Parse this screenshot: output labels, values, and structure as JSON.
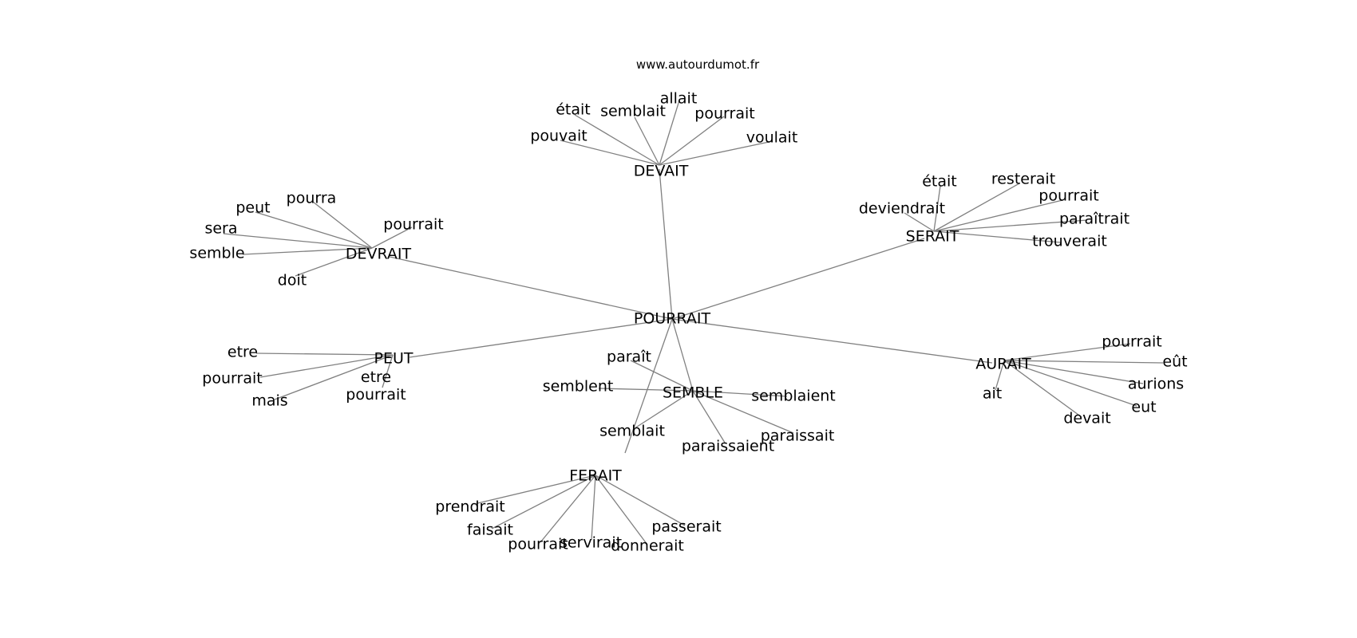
{
  "source_url": "www.autourdumot.fr",
  "graph": {
    "center": "POURRAIT",
    "hubs": [
      {
        "id": "devait",
        "label": "DEVAIT",
        "leaves": [
          "pouvait",
          "était",
          "semblait",
          "allait",
          "pourrait",
          "voulait"
        ]
      },
      {
        "id": "devrait",
        "label": "DEVRAIT",
        "leaves": [
          "peut",
          "pourra",
          "sera",
          "semble",
          "doit",
          "pourrait"
        ]
      },
      {
        "id": "serait",
        "label": "SERAIT",
        "leaves": [
          "était",
          "deviendrait",
          "resterait",
          "pourrait",
          "paraîtrait",
          "trouverait"
        ]
      },
      {
        "id": "peut",
        "label": "PEUT",
        "leaves": [
          "etre",
          "pourrait",
          "mais",
          "etre pourrait"
        ]
      },
      {
        "id": "semble",
        "label": "SEMBLE",
        "leaves": [
          "paraît",
          "semblent",
          "semblaient",
          "semblait",
          "paraissaient",
          "paraissait"
        ]
      },
      {
        "id": "aurait",
        "label": "AURAIT",
        "leaves": [
          "pourrait",
          "eût",
          "aurions",
          "eut",
          "devait",
          "ait"
        ]
      },
      {
        "id": "ferait",
        "label": "FERAIT",
        "leaves": [
          "prendrait",
          "faisait",
          "pourrait",
          "servirait",
          "donnerait",
          "passerait"
        ]
      }
    ]
  }
}
